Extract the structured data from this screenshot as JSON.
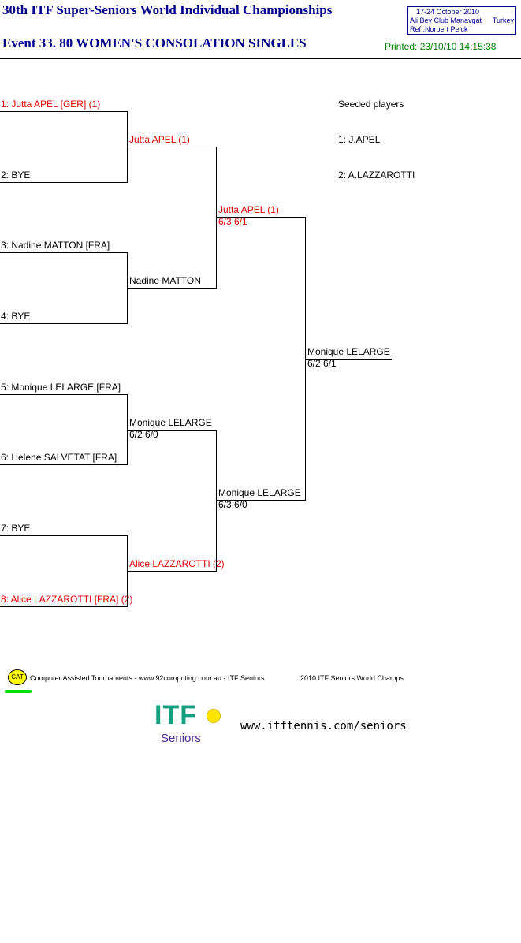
{
  "header": {
    "title": "30th ITF Super-Seniors World Individual Championships",
    "event": "Event 33. 80 WOMEN'S CONSOLATION SINGLES",
    "info_dates": "17-24 October 2010",
    "info_venue": "Ali Bey Club Manavgat",
    "info_country": "Turkey",
    "info_referee": "Ref.:Norbert Peick",
    "printed": "Printed: 23/10/10 14:15:38"
  },
  "colors": {
    "title": "#00008b",
    "seeded": "#e00000",
    "printed": "#008000"
  },
  "round1": [
    {
      "label": "1: Jutta APEL [GER] (1)",
      "seeded": true
    },
    {
      "label": "2: BYE",
      "seeded": false
    },
    {
      "label": "3: Nadine MATTON [FRA]",
      "seeded": false
    },
    {
      "label": "4: BYE",
      "seeded": false
    },
    {
      "label": "5: Monique LELARGE [FRA]",
      "seeded": false
    },
    {
      "label": "6: Helene SALVETAT [FRA]",
      "seeded": false
    },
    {
      "label": "7: BYE",
      "seeded": false
    },
    {
      "label": "8: Alice LAZZAROTTI [FRA] (2)",
      "seeded": true
    }
  ],
  "round2": [
    {
      "name": "Jutta APEL (1)",
      "score": "",
      "seeded": true
    },
    {
      "name": "Nadine MATTON",
      "score": "",
      "seeded": false
    },
    {
      "name": "Monique LELARGE",
      "score": "6/2 6/0",
      "seeded": false
    },
    {
      "name": "Alice LAZZAROTTI (2)",
      "score": "",
      "seeded": true
    }
  ],
  "round3": [
    {
      "name": "Jutta APEL (1)",
      "score": "6/3 6/1",
      "seeded": true
    },
    {
      "name": "Monique LELARGE",
      "score": "6/3 6/0",
      "seeded": false
    }
  ],
  "winner": {
    "name": "Monique LELARGE",
    "score": "6/2 6/1"
  },
  "seeded": {
    "heading": "Seeded players",
    "list": [
      "1: J.APEL",
      "2: A.LAZZAROTTI"
    ]
  },
  "footer": {
    "cat_badge": "CAT",
    "credit": "Computer Assisted Tournaments - www.92computing.com.au -  ITF Seniors",
    "champs": "2010 ITF Seniors World Champs",
    "logo_text": "ITF",
    "logo_sub": "Seniors",
    "url": "www.itftennis.com/seniors"
  }
}
